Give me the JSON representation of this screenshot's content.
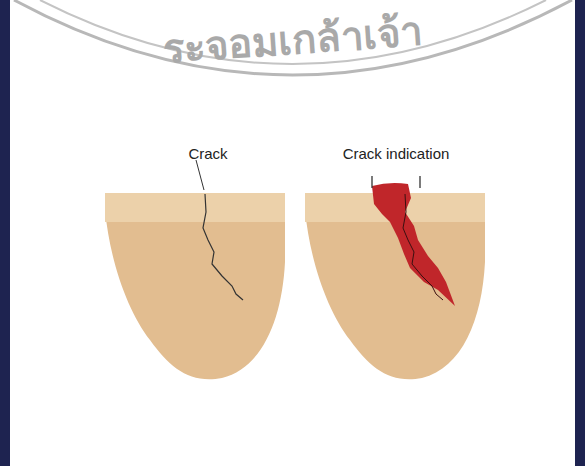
{
  "diagram": {
    "labels": [
      "ระจอมเกล้าเจ้า",
      "Crack",
      "Crack indication"
    ]
  }
}
